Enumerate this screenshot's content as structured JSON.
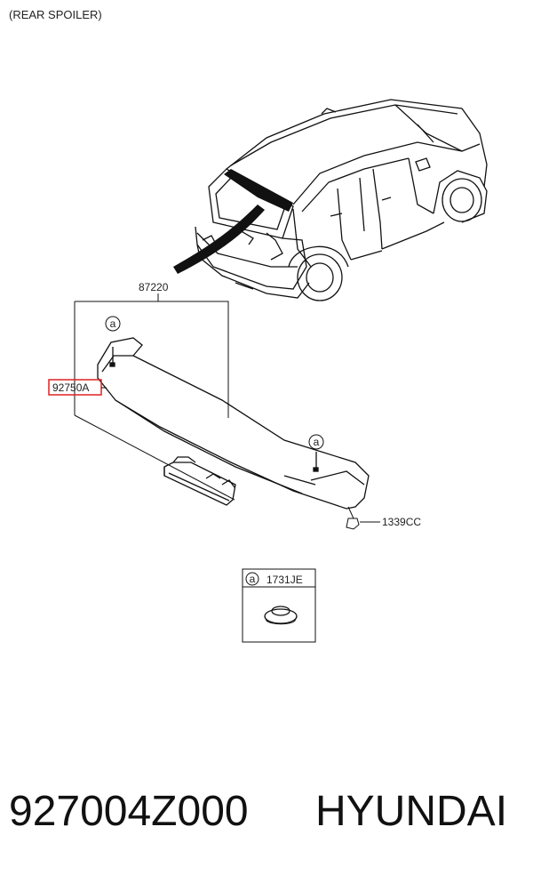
{
  "header": {
    "section_title": "(REAR SPOILER)"
  },
  "callouts": {
    "assembly": "87220",
    "spoiler_lamp": "92750A",
    "clip": "1339CC",
    "ref_a": "a",
    "legend_part": "1731JE"
  },
  "footer": {
    "part_number": "927004Z000",
    "brand": "HYUNDAI"
  },
  "colors": {
    "highlight": "#dd2222",
    "line": "#111111"
  }
}
